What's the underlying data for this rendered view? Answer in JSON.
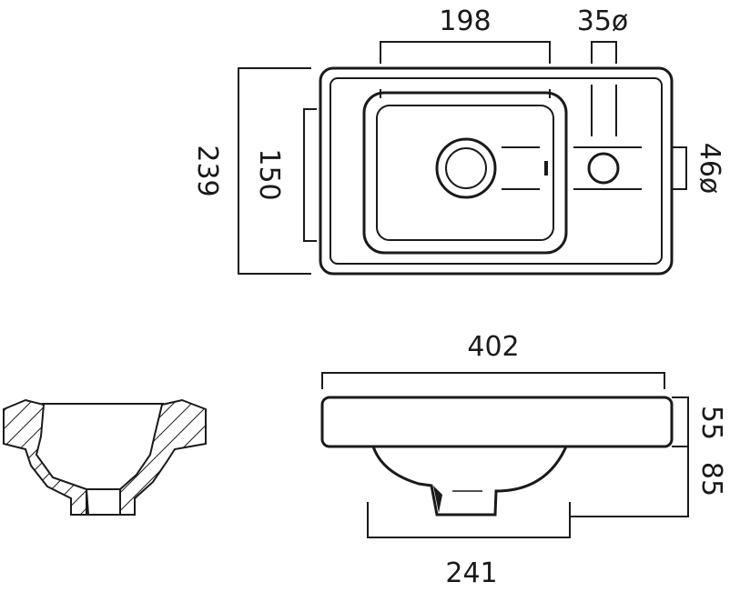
{
  "dimensions": {
    "top_width": "198",
    "tap_hole": "35ø",
    "overall_depth": "239",
    "bowl_depth": "150",
    "waste_hole": "46ø",
    "overall_width": "402",
    "rim_height": "55",
    "bowl_height": "85",
    "bowl_width": "241"
  },
  "colors": {
    "line": "#1a1a1a",
    "background": "#ffffff"
  }
}
